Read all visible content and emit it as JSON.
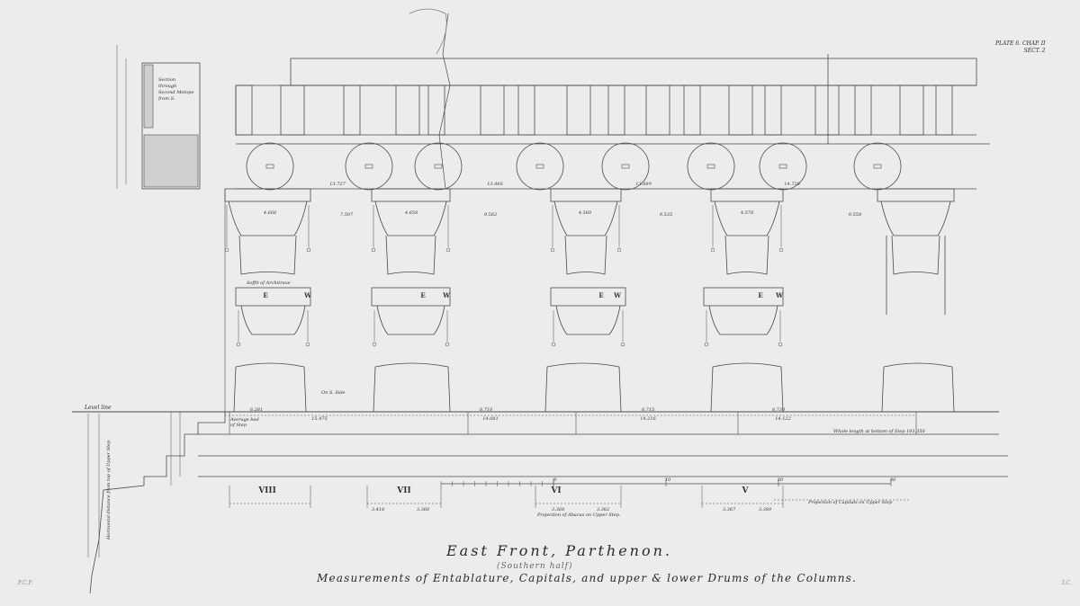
{
  "plate_ref": [
    "PLATE 6. CHAP. II",
    "SECT. 2"
  ],
  "title": "East Front, Parthenon.",
  "subtitle": "(Southern half)",
  "caption": "Measurements of Entablature, Capitals, and upper & lower Drums of the Columns.",
  "initials_left": "F.C.P.",
  "initials_right": "I.C.",
  "labels": {
    "level_line": "Level line",
    "section_note": "Section through Second Metope from S.",
    "soffit": "Soffit of Architrave",
    "east": "E",
    "west": "W",
    "whole_length": "Whole length at bottom of Step 101.356",
    "projection_capitals": "Projection of Capitals on Upper Step",
    "projection_abacus": "Projection of Abacus on Upper Step.",
    "average_bed": "Average bed of Step",
    "on_s_side": "On S. Side",
    "horizontal_distance": "Horizontal distance from top of Upper Step"
  },
  "column_numerals": [
    "VIII",
    "VII",
    "VI",
    "V"
  ],
  "scale_ticks": [
    "0",
    "10",
    "20",
    "30"
  ],
  "dimensions": {
    "span_1": "15.475",
    "span_2": "14.081",
    "span_3": "14.216",
    "span_4": "14.122",
    "top_1": "6.281",
    "top_2": "8.710",
    "top_3": "8.715",
    "top_4": "8.730",
    "arch_1": "7.507",
    "arch_2": "9.562",
    "arch_3": "9.535",
    "arch_4": "9.558",
    "frieze_1": "13.727",
    "frieze_2": "13.966",
    "frieze_3": "13.889",
    "frieze_4": "14.720",
    "cap_1": "4.666",
    "cap_2": "4.658",
    "cap_3": "4.560",
    "cap_4": "4.578",
    "sub_1": "3.418",
    "sub_2": "3.360",
    "sub_3": "3.368",
    "sub_4": "3.382",
    "sub_5": "3.367",
    "sub_6": "3.389"
  },
  "colors": {
    "paper": "#ececec",
    "ink": "#4a4a4a"
  }
}
